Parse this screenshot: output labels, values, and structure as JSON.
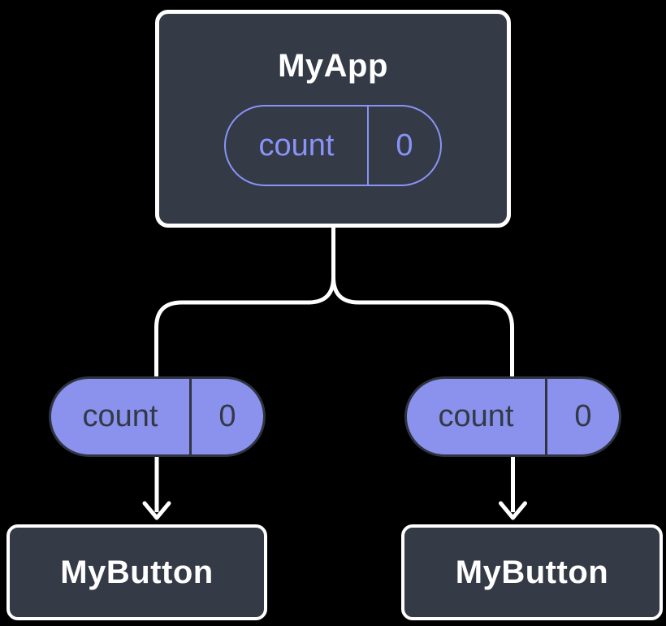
{
  "colors": {
    "background": "#000000",
    "node_fill": "#343A46",
    "node_border": "#FFFFFF",
    "accent_purple": "#8A93F8",
    "prop_pill_fill": "#8A92EE",
    "prop_pill_border": "#2E3440",
    "prop_pill_text": "#333945",
    "connector": "#FFFFFF"
  },
  "tree": {
    "root": {
      "label": "MyApp",
      "state": {
        "name": "count",
        "value": "0"
      }
    },
    "children": [
      {
        "label": "MyButton",
        "prop": {
          "name": "count",
          "value": "0"
        }
      },
      {
        "label": "MyButton",
        "prop": {
          "name": "count",
          "value": "0"
        }
      }
    ]
  }
}
